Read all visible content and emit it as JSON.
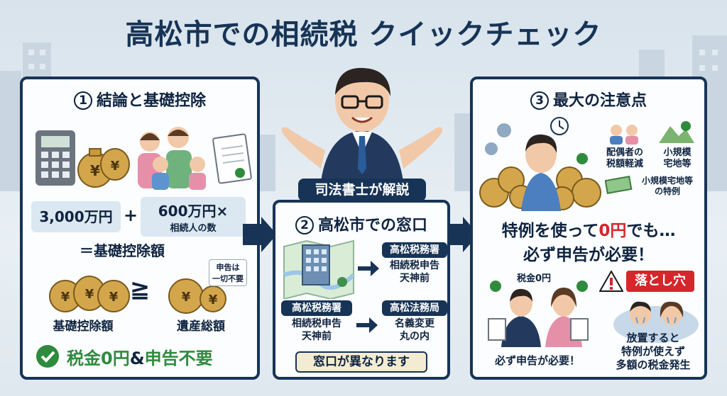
{
  "title": "高松市での相続税 クイックチェック",
  "badge": "司法書士が解説",
  "panel1": {
    "num": "1",
    "title": "結論と基礎控除",
    "amount1": "3,000万円",
    "plus": "+",
    "amount2_line1": "600万円×",
    "amount2_line2": "相続人の数",
    "equals": "＝基礎控除額",
    "note_line1": "申告は",
    "note_line2": "一切不要",
    "geq": "≧",
    "label_left": "基礎控除額",
    "label_right": "遺産総額",
    "result_a": "税金0円",
    "result_b": "&",
    "result_c": "申告不要"
  },
  "panel2": {
    "num": "2",
    "title": "高松市での窓口",
    "office1_tag": "高松税務署",
    "office1_line1": "相続税申告",
    "office1_line2": "天神前",
    "office2_tag": "高松税務署",
    "office2_line1": "相続税申告",
    "office2_line2": "天神前",
    "office3_tag": "高松法務局",
    "office3_line1": "名義変更",
    "office3_line2": "丸の内",
    "footer": "窓口が異なります"
  },
  "panel3": {
    "num": "3",
    "title": "最大の注意点",
    "item1_line1": "配偶者の",
    "item1_line2": "税額軽減",
    "item2_line1": "小規模",
    "item2_line2": "宅地等",
    "item3_line1": "小規模宅地等",
    "item3_line2": "の特例",
    "headline1_a": "特例を使って",
    "headline1_b": "0円",
    "headline1_c": "でも…",
    "headline2": "必ず申告が必要！",
    "tax_zero": "税金0円",
    "pitfall": "落とし穴",
    "caption_left": "必ず申告が必要！",
    "caption_right_1": "放置すると",
    "caption_right_2": "特例が使えず",
    "caption_right_3": "多額の税金発生"
  },
  "colors": {
    "navy": "#173456",
    "green": "#2e8b3d",
    "red": "#d6262b",
    "gold": "#c99a3a",
    "panel_bg": "#fbfdfe"
  },
  "icons": [
    "calculator-icon",
    "money-bag-icon",
    "family-icon",
    "document-icon",
    "building-icon",
    "map-icon",
    "gear-icon",
    "clock-icon",
    "check-icon",
    "warning-icon",
    "arrow-right-icon"
  ]
}
